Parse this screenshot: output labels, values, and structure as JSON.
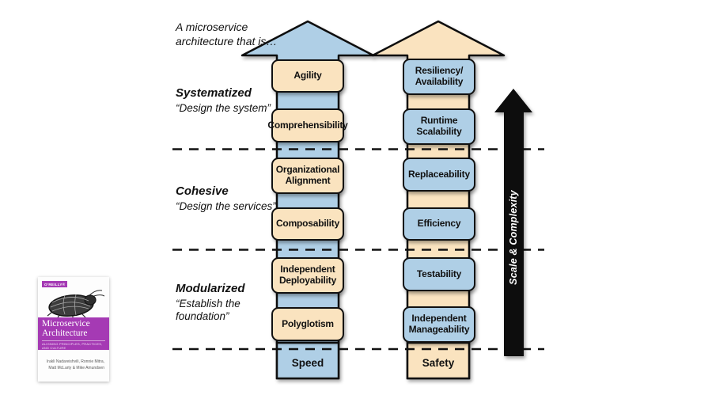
{
  "colors": {
    "blue": "#AFCFE6",
    "peach": "#FAE3BF",
    "arrow_black": "#0a0a0a",
    "outline": "#111111",
    "book_purple": "#A53AB4"
  },
  "caption": "A microservice\narchitecture that is…",
  "sections": [
    {
      "name": "Systematized",
      "quote": "“Design the system”"
    },
    {
      "name": "Cohesive",
      "quote": "“Design the services”"
    },
    {
      "name": "Modularized",
      "quote": "“Establish the foundation”"
    }
  ],
  "towers": {
    "left": {
      "boxes": [
        "Agility",
        "Comprehensibility",
        "Organizational Alignment",
        "Composability",
        "Independent Deployability",
        "Polyglotism"
      ],
      "base": "Speed"
    },
    "right": {
      "boxes": [
        "Resiliency/ Availability",
        "Runtime Scalability",
        "Replaceability",
        "Efficiency",
        "Testability",
        "Independent Manageability"
      ],
      "base": "Safety"
    }
  },
  "scale_arrow_label": "Scale & Complexity",
  "book": {
    "publisher": "O’REILLY®",
    "title_line1": "Microservice",
    "title_line2": "Architecture",
    "subtitle": "ALIGNING PRINCIPLES, PRACTICES, AND CULTURE",
    "authors": "Irakli Nadareishvili, Ronnie Mitra,\nMatt McLarty & Mike Amundsen"
  }
}
